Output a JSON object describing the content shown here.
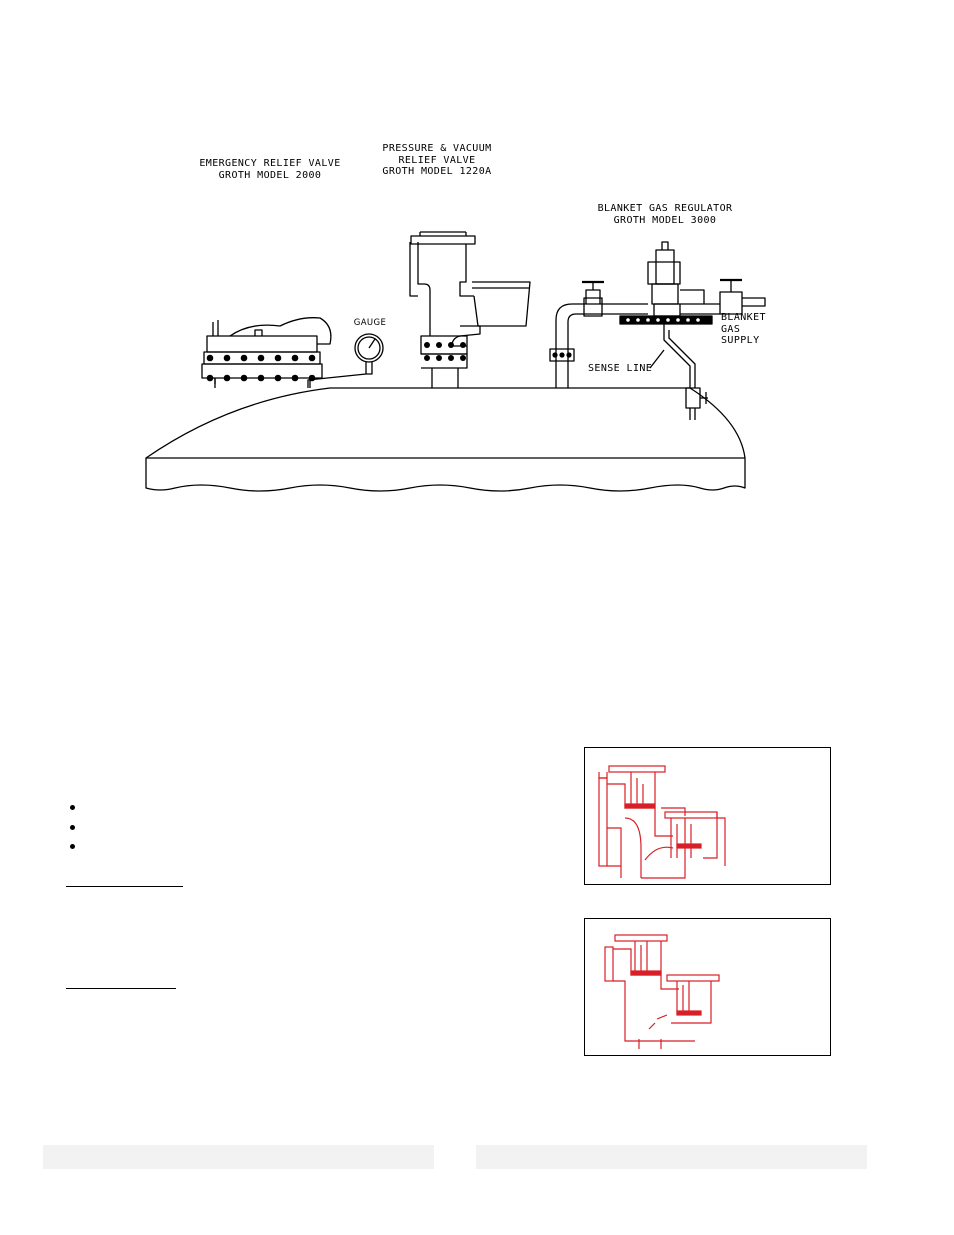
{
  "diagram": {
    "labels": {
      "emergency_relief_valve": [
        "EMERGENCY RELIEF VALVE",
        "GROTH MODEL 2000"
      ],
      "pressure_vacuum_valve": [
        "PRESSURE & VACUUM",
        "RELIEF VALVE",
        "GROTH MODEL 1220A"
      ],
      "blanket_gas_regulator": [
        "BLANKET GAS REGULATOR",
        "GROTH MODEL 3000"
      ],
      "gauge": "GAUGE",
      "blanket_gas_supply": [
        "BLANKET",
        "GAS",
        "SUPPLY"
      ],
      "sense_line": "SENSE LINE"
    }
  },
  "colors": {
    "line": "#000000",
    "detail_red": "#d81f26",
    "footer_gray": "#f2f2f2"
  },
  "bullet_count": 3
}
